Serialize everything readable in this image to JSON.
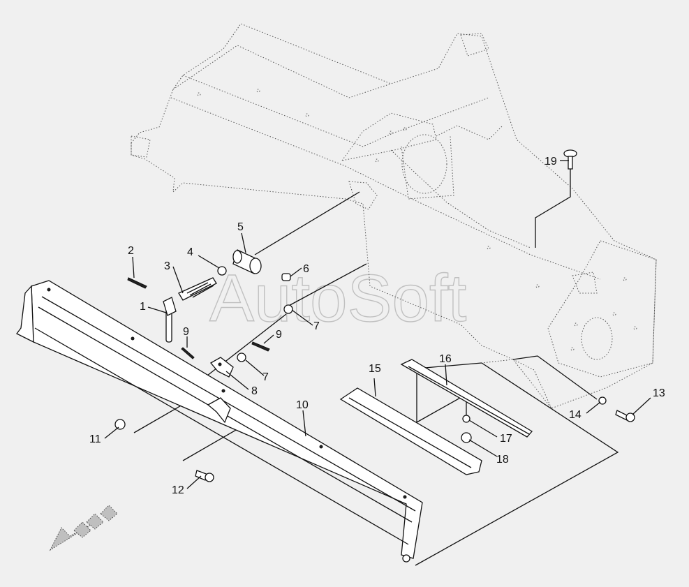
{
  "watermark": "AutoSoft",
  "callouts": [
    "1",
    "2",
    "3",
    "4",
    "5",
    "6",
    "7",
    "7",
    "8",
    "9",
    "9",
    "10",
    "11",
    "12",
    "13",
    "14",
    "15",
    "16",
    "17",
    "18",
    "19"
  ],
  "colors": {
    "background": "#f0f0f0",
    "ink": "#111111",
    "frame": "#555555"
  },
  "icons": {
    "direction_arrow": "arrow-down-left-icon"
  }
}
